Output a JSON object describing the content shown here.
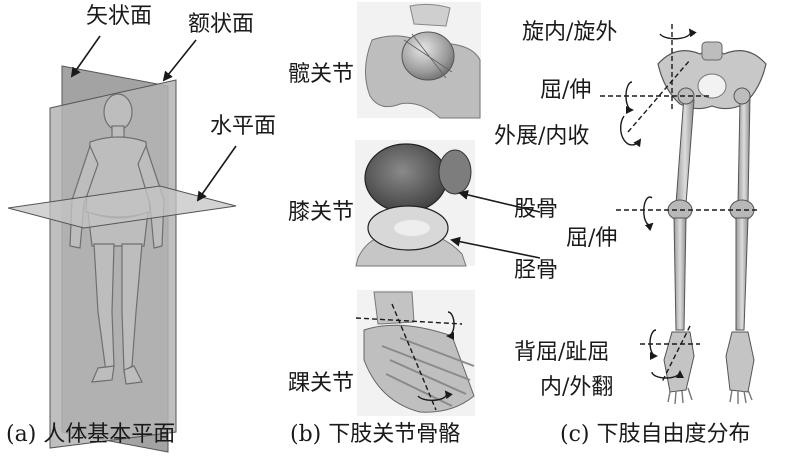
{
  "panel_a": {
    "caption": "(a) 人体基本平面",
    "labels": {
      "sagittal": "矢状面",
      "coronal": "额状面",
      "horizontal": "水平面"
    }
  },
  "panel_b": {
    "caption": "(b) 下肢关节骨骼",
    "joints": {
      "hip": "髋关节",
      "knee": "膝关节",
      "ankle": "踝关节"
    },
    "bones": {
      "femur": "股骨",
      "tibia": "胫骨"
    }
  },
  "panel_c": {
    "caption": "(c) 下肢自由度分布",
    "dof": {
      "hip_rotation": "旋内/旋外",
      "hip_flexion": "屈/伸",
      "hip_abduction": "外展/内收",
      "knee_flexion": "屈/伸",
      "ankle_flexion": "背屈/趾屈",
      "ankle_inversion": "内/外翻"
    }
  },
  "colors": {
    "plane_fill": "#9a9a9a",
    "bone": "#c9c9c9",
    "bone_dark": "#8a8a8a",
    "line": "#1a1a1a"
  }
}
